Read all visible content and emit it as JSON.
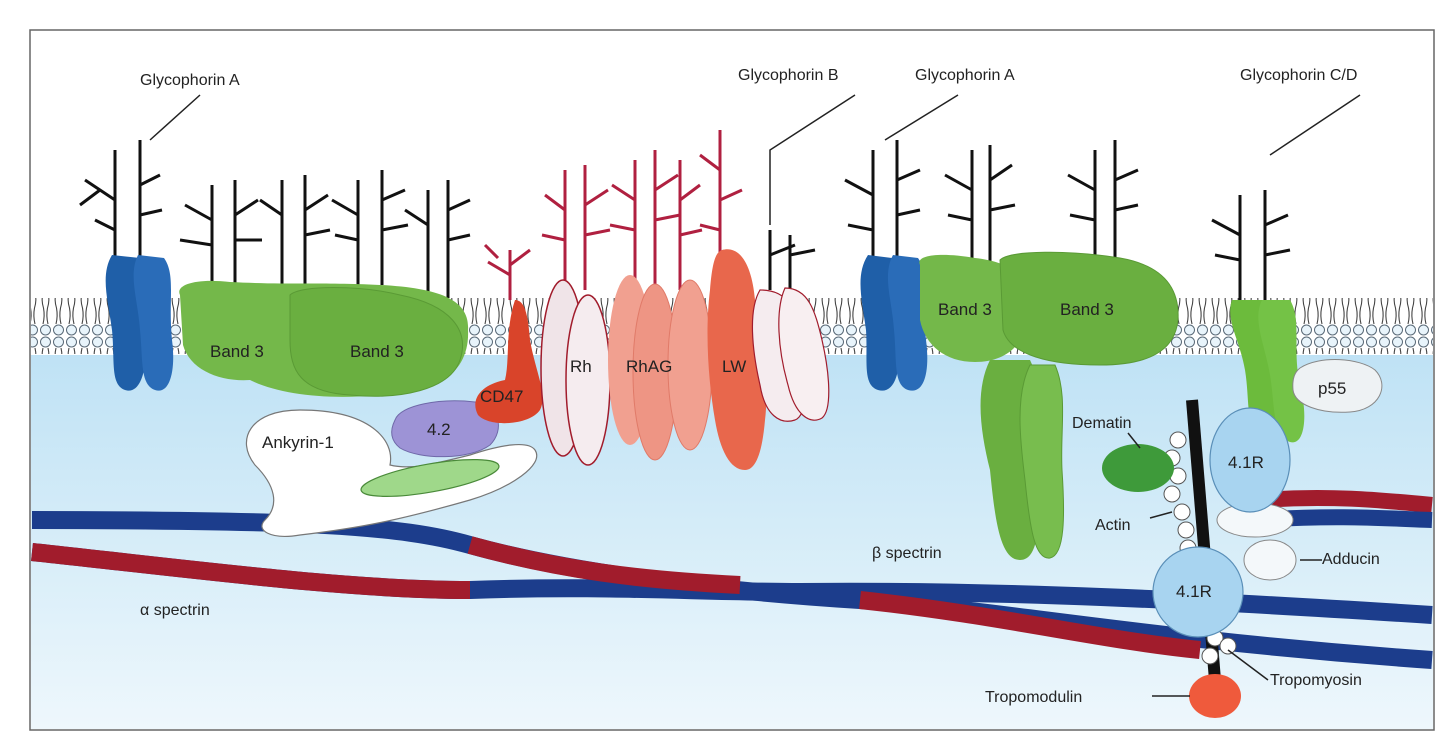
{
  "labels": {
    "glycophorin_a_left": "Glycophorin A",
    "glycophorin_b": "Glycophorin B",
    "glycophorin_a_right": "Glycophorin A",
    "glycophorin_cd": "Glycophorin C/D",
    "band3_1": "Band 3",
    "band3_2": "Band 3",
    "band3_3": "Band 3",
    "band3_4": "Band 3",
    "cd47": "CD47",
    "rh": "Rh",
    "rhag": "RhAG",
    "lw": "LW",
    "ankyrin": "Ankyrin-1",
    "protein_42": "4.2",
    "p55": "p55",
    "dematin": "Dematin",
    "protein_41r_top": "4.1R",
    "protein_41r_bottom": "4.1R",
    "actin": "Actin",
    "adducin": "Adducin",
    "beta_spectrin": "β spectrin",
    "alpha_spectrin": "α spectrin",
    "tropomyosin": "Tropomyosin",
    "tropomodulin": "Tropomodulin"
  },
  "colors": {
    "band3": "#74b84a",
    "glycophorin_a": "#1f5fa8",
    "glycophorin_cd": "#6cbb3c",
    "rh_family": "#e8674c",
    "cd47": "#d9442a",
    "rh_light": "#f0e4e8",
    "rhag": "#f1a090",
    "ankyrin": "#ffffff",
    "protein_42": "#9d93d6",
    "spectrin_blue": "#1c3d8c",
    "spectrin_red": "#a11c2c",
    "protein_41r": "#a8d4f0",
    "tropomodulin": "#ef5a3c",
    "dematin": "#3e9a3a",
    "cytoplasm": "#cce8f7",
    "carbohydrate_black": "#111111",
    "carbohydrate_red": "#b02040"
  }
}
